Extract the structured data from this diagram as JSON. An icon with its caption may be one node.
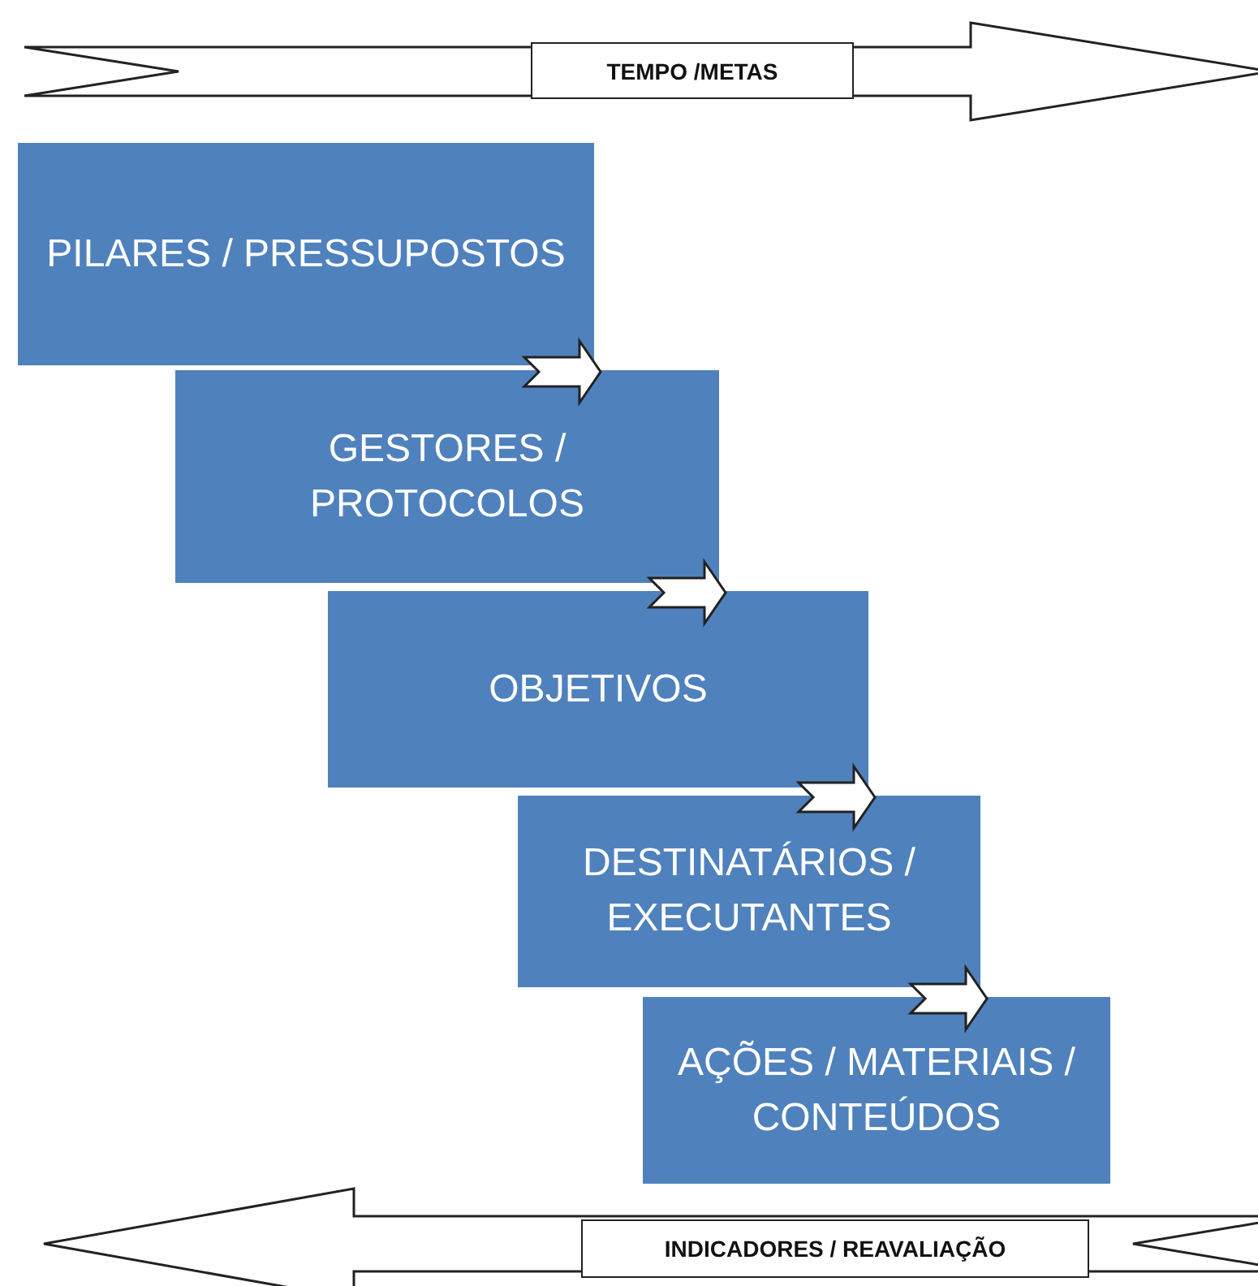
{
  "diagram": {
    "nodes": [
      {
        "text": [
          "PILARES / PRESSUPOSTOS"
        ]
      },
      {
        "text": [
          "GESTORES / PROTOCOLOS"
        ]
      },
      {
        "text": [
          "OBJETIVOS"
        ]
      },
      {
        "text": [
          "DESTINATÁRIOS / EXECUTANTES"
        ]
      },
      {
        "text": [
          "AÇÕES / MATERIAIS / CONTEÚDOS"
        ]
      }
    ],
    "edges": [
      {
        "from": 0,
        "to": 1,
        "arrow": "to"
      },
      {
        "from": 1,
        "to": 2,
        "arrow": "to"
      },
      {
        "from": 2,
        "to": 3,
        "arrow": "to"
      },
      {
        "from": 3,
        "to": 4,
        "arrow": "to"
      }
    ],
    "labels": [
      "TEMPO /METAS",
      "INDICADORES / REAVALIAÇÃO"
    ]
  }
}
